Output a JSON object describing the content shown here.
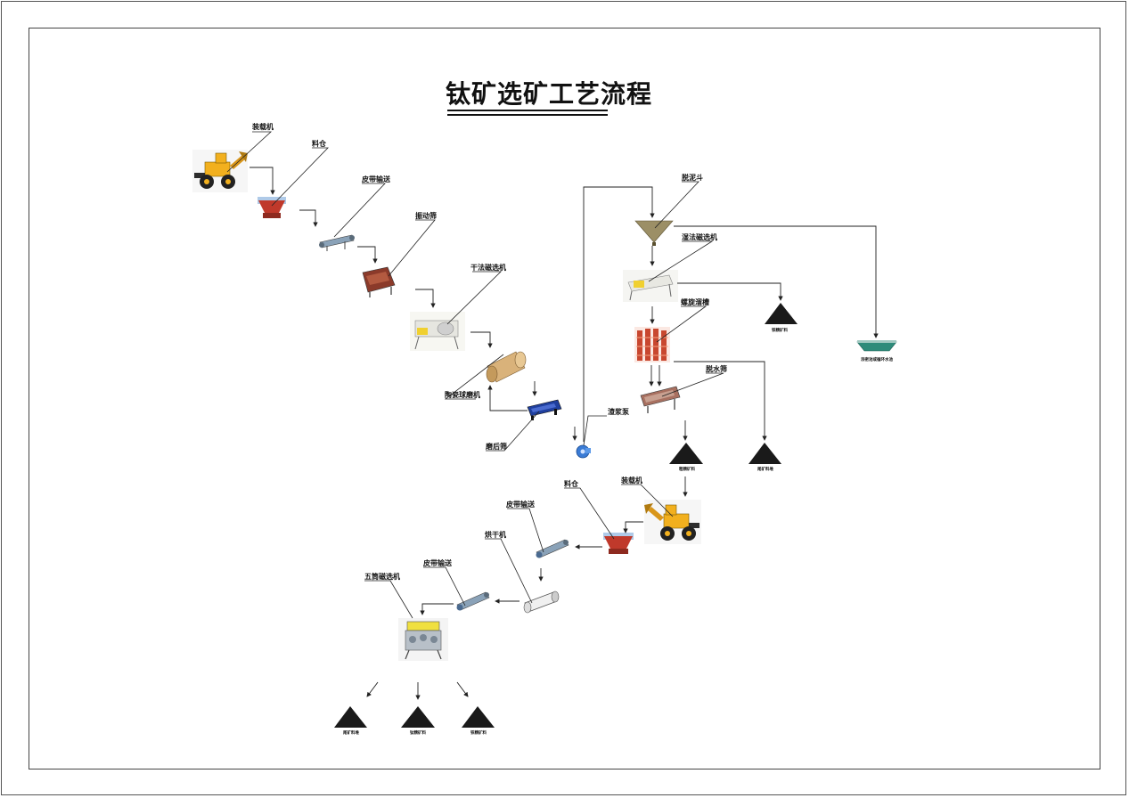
{
  "title": "钛矿选矿工艺流程",
  "labels": {
    "loader1": "装载机",
    "bin1": "料仓",
    "belt1": "皮带输送",
    "vib_screen": "振动筛",
    "dry_mag": "干法磁选机",
    "ball_mill": "陶瓷球磨机",
    "after_screen": "磨后筛",
    "slurry_pump": "渣浆泵",
    "hopper": "脱泥斗",
    "wet_mag": "湿法磁选机",
    "spiral": "螺旋溜槽",
    "dewater": "脱水筛",
    "loader2": "装载机",
    "bin2": "料仓",
    "belt2": "皮带输送",
    "dryer": "烘干机",
    "belt3": "皮带输送",
    "mag5": "五筒磁选机"
  },
  "outputs": {
    "iron_conc": "铁精矿料",
    "thickener": "浓密池或循环水池",
    "coarse_conc": "粗精矿料",
    "tailings1": "尾矿料堆",
    "tailings2": "尾矿料堆",
    "ti_conc": "钛精矿料",
    "iron_conc2": "铁精矿料"
  },
  "colors": {
    "loader": "#f2b01e",
    "bin": "#c0392b",
    "belt": "#8aa2b8",
    "screen": "#8b3a2a",
    "mill": "#d9b27a",
    "after_screen": "#1f3f9e",
    "pump": "#3a7bd5",
    "hopper": "#9c8f66",
    "spiral": "#c8472f",
    "pile": "#1a1a1a",
    "line": "#222222"
  }
}
